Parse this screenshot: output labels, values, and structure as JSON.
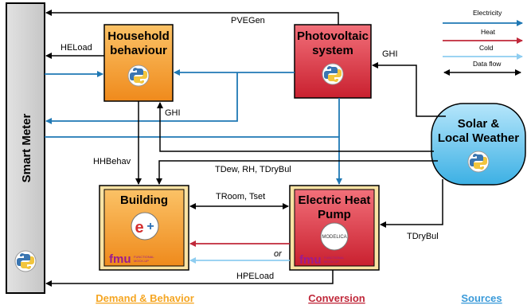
{
  "nodes": {
    "smart_meter": "Smart Meter",
    "household": [
      "Household",
      "behaviour"
    ],
    "pv": [
      "Photovoltaic",
      "system"
    ],
    "weather": [
      "Solar &",
      "Local Weather"
    ],
    "building": "Building",
    "heat_pump": [
      "Electric Heat",
      "Pump"
    ],
    "modelica_text": "MODELICA",
    "fmu_text": "fmu",
    "fmu_sub": [
      "FUNCTIONAL",
      "MOCK-UP"
    ]
  },
  "labels": {
    "pvegen": "PVEGen",
    "heload": "HELoad",
    "ghi_pv": "GHI",
    "ghi_household": "GHI",
    "hhbehav": "HHBehav",
    "tdew": "TDew, RH, TDryBul",
    "troom": "TRoom, Tset",
    "tdrybul": "TDryBul",
    "or": "or",
    "hpeload": "HPELoad"
  },
  "legend": {
    "electricity": "Electricity",
    "heat": "Heat",
    "cold": "Cold",
    "data_flow": "Data flow"
  },
  "footer": {
    "demand": "Demand & Behavior",
    "conversion": "Conversion",
    "sources": "Sources"
  },
  "colors": {
    "electricity": "#1f78b4",
    "heat": "#c0283a",
    "cold": "#8ecdf0",
    "data": "#000000",
    "orange": "#f7a13c",
    "red": "#e0414c",
    "blue": "#6ec8ee",
    "footer_demand": "#f5a623",
    "footer_conversion": "#c0283a",
    "footer_sources": "#3a9ad9"
  },
  "icons": {
    "python": "python-logo-icon",
    "energyplus": "energyplus-logo-icon",
    "modelica": "modelica-logo-icon",
    "fmu": "fmu-logo-icon"
  }
}
